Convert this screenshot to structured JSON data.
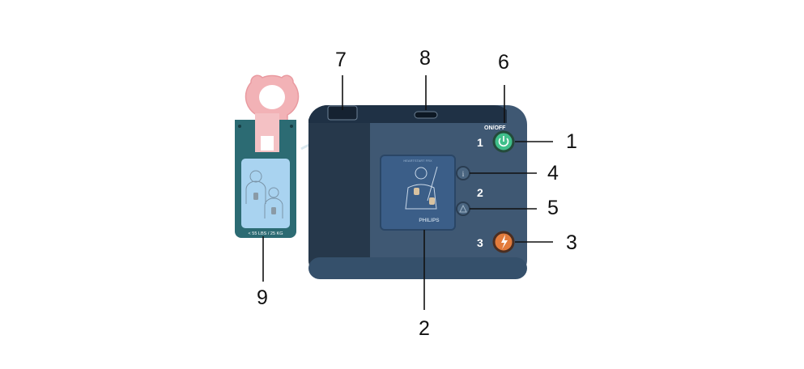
{
  "callouts": {
    "c1": "1",
    "c2": "2",
    "c3": "3",
    "c4": "4",
    "c5": "5",
    "c6": "6",
    "c7": "7",
    "c8": "8",
    "c9": "9"
  },
  "device": {
    "on_off_label": "ON/OFF",
    "step1": "1",
    "step2": "2",
    "step3": "3",
    "screen_header": "HEARTSTART FRX",
    "brand": "PHILIPS"
  },
  "key": {
    "weight_label": "< 55 LBS / 25 KG"
  },
  "colors": {
    "device_body": "#3f5873",
    "device_dark": "#1f3145",
    "screen": "#3b5e88",
    "key_body": "#2c6b73",
    "key_label": "#a9d3f0",
    "ring": "#f2b2b6",
    "power_button": "#3fbf8a",
    "shock_button": "#e27b3c"
  }
}
